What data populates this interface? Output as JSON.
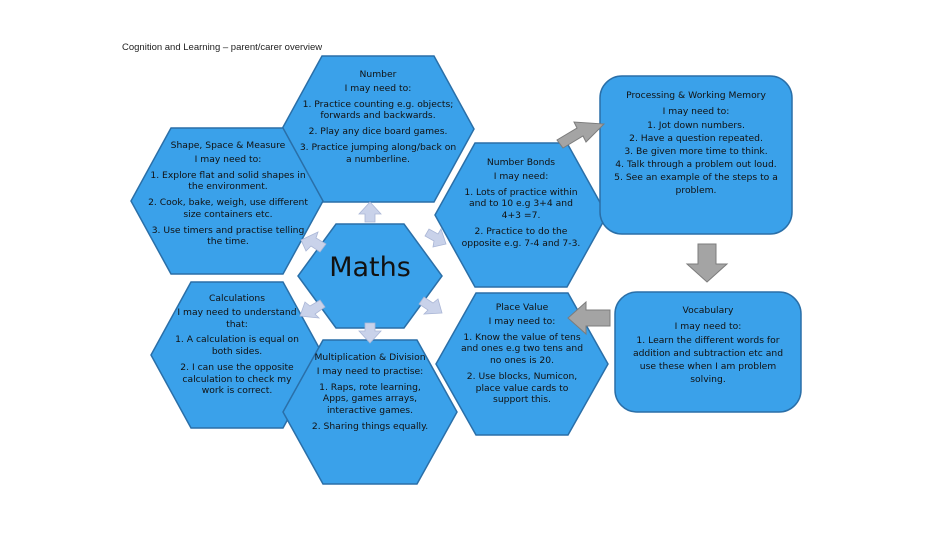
{
  "header": {
    "title": "Cognition and Learning – parent/carer overview"
  },
  "center": {
    "label": "Maths"
  },
  "colors": {
    "fill": "#3aa1ea",
    "stroke": "#2a6fa8",
    "arrow": "#c9d2ea",
    "arrow_grey": "#a4a4a4"
  },
  "hexagons": [
    {
      "id": "number",
      "title": "Number",
      "subtitle": "I may need to:",
      "items": [
        "1. Practice counting e.g. objects; forwards and backwards.",
        "2. Play any dice board games.",
        "3. Practice jumping along/back on a numberline."
      ]
    },
    {
      "id": "shape",
      "title": "Shape, Space & Measure",
      "subtitle": "I may need to:",
      "items": [
        "1. Explore flat and solid shapes in the environment.",
        "2. Cook, bake, weigh, use different size containers etc.",
        "3. Use timers and practise telling the time."
      ]
    },
    {
      "id": "number-bonds",
      "title": "Number Bonds",
      "subtitle": "I may need:",
      "items": [
        "1. Lots of practice within and to 10 e.g 3+4 and 4+3 =7.",
        "2. Practice to do the opposite e.g. 7-4 and 7-3."
      ]
    },
    {
      "id": "calculations",
      "title": "Calculations",
      "subtitle": "I may need to understand that:",
      "items": [
        "1. A calculation is equal on both sides.",
        "2. I can use the opposite calculation to check my work is correct."
      ]
    },
    {
      "id": "place-value",
      "title": "Place Value",
      "subtitle": "I may need to:",
      "items": [
        "1. Know the value of tens and ones e.g two tens and no ones is 20.",
        "2. Use blocks, Numicon, place value cards to support this."
      ]
    },
    {
      "id": "multiplication",
      "title": "Multiplication & Division",
      "subtitle": "I may need to practise:",
      "items": [
        "1. Raps, rote learning, Apps, games arrays, interactive games.",
        "2. Sharing things equally."
      ]
    }
  ],
  "boxes": [
    {
      "id": "processing",
      "title": "Processing & Working Memory",
      "subtitle": "I may need to:",
      "items": [
        "1. Jot down numbers.",
        "2. Have a question repeated.",
        "3. Be given more time to think.",
        "4. Talk through a problem out loud.",
        "5. See an example of the steps to a problem."
      ]
    },
    {
      "id": "vocabulary",
      "title": "Vocabulary",
      "subtitle": "I may need to:",
      "items": [
        "1. Learn the different words for addition and subtraction etc and use these when I am problem solving."
      ]
    }
  ]
}
